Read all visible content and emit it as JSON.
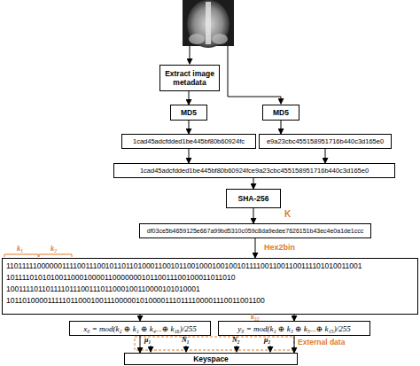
{
  "diagram": {
    "nodes": [
      {
        "text": [
          "Extract image metadata"
        ]
      },
      {
        "text": [
          "MD5"
        ]
      },
      {
        "text": [
          "MD5"
        ]
      },
      {
        "text": [
          "1cad45adcfdded1be445bf80b60924fc"
        ]
      },
      {
        "text": [
          "e9a23cbc455158951716b440c3d165e0"
        ]
      },
      {
        "text": [
          "1cad45adcfdded1be445bf80b60924fce9a23cbc455158951716b440c3d165e0"
        ]
      },
      {
        "text": [
          "SHA-256"
        ]
      },
      {
        "text": [
          "df03ce5b4659125e667a99bd5310c059c8da9edee7626151b43ec4e0a1de1ccc"
        ]
      },
      {
        "text": [
          "1101111100000011110011100101101101000110010110010001001001011110011001100111101010011001 10111101010100110001000011000000010110011100100011011010 100111101101111011100111011000100110000101010001 1011010000111110110001001110000010100001110111100001110011001100"
        ]
      },
      {
        "text": [
          "x₀ = mod(k₂ ⊕ k₁ ⊕ k₄...⊕ k₁₆)/255"
        ]
      },
      {
        "text": [
          "y₀ = mod(k₁ ⊕ k₃ ⊕ k₅...⊕ k₁₅)/255"
        ]
      },
      {
        "text": [
          "Keyspace"
        ]
      }
    ],
    "edges": [
      {
        "from": 0,
        "to": 1,
        "arrow": "to"
      },
      {
        "from": 1,
        "to": 3,
        "arrow": "to"
      },
      {
        "from": 2,
        "to": 4,
        "arrow": "to"
      },
      {
        "from": 3,
        "to": 5,
        "arrow": "to"
      },
      {
        "from": 4,
        "to": 5,
        "arrow": "to"
      },
      {
        "from": 5,
        "to": 6,
        "arrow": "to"
      },
      {
        "from": 6,
        "to": 7,
        "arrow": "to"
      },
      {
        "from": 7,
        "to": 8,
        "arrow": "to"
      },
      {
        "from": 8,
        "to": 9,
        "arrow": "to"
      },
      {
        "from": 8,
        "to": 10,
        "arrow": "to"
      },
      {
        "from": 9,
        "to": 11,
        "arrow": "to"
      },
      {
        "from": 10,
        "to": 11,
        "arrow": "to"
      }
    ],
    "labels": [
      "K",
      "Hex2bin",
      "k₁",
      "k₂",
      "k₃₂",
      "μ₁",
      "N₁",
      "N₂",
      "μ₂",
      "External data"
    ]
  }
}
